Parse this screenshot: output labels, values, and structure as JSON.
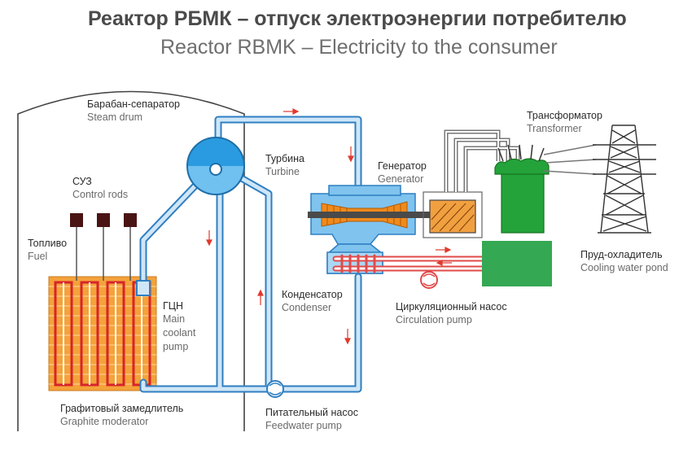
{
  "title": {
    "ru": "Реактор РБМК – отпуск электроэнергии потребителю",
    "en": "Reactor RBMK – Electricity to the consumer"
  },
  "labels": {
    "steam_drum": {
      "ru": "Барабан-сепаратор",
      "en": "Steam drum"
    },
    "turbine": {
      "ru": "Турбина",
      "en": "Turbine"
    },
    "generator": {
      "ru": "Генератор",
      "en": "Generator"
    },
    "transformer": {
      "ru": "Трансформатор",
      "en": "Transformer"
    },
    "control_rods": {
      "ru": "СУЗ",
      "en": "Control rods"
    },
    "fuel": {
      "ru": "Топливо",
      "en": "Fuel"
    },
    "main_pump": {
      "ru": "ГЦН",
      "en1": "Main",
      "en2": "coolant",
      "en3": "pump"
    },
    "condenser": {
      "ru": "Конденсатор",
      "en": "Condenser"
    },
    "pond": {
      "ru": "Пруд-охладитель",
      "en": "Cooling water pond"
    },
    "circ_pump": {
      "ru": "Циркуляционный насос",
      "en": "Circulation pump"
    },
    "moderator": {
      "ru": "Графитовый замедлитель",
      "en": "Graphite moderator"
    },
    "feed_pump": {
      "ru": "Питательный насос",
      "en": "Feedwater pump"
    }
  },
  "colors": {
    "pipe_fill": "#cfe6f7",
    "pipe_stroke": "#2f7fc1",
    "drum": "#2a9be0",
    "fuel_block": "#f4a23a",
    "fuel_rod": "#d7242a",
    "control_rod": "#4a1414",
    "turbine_body": "#7fc3ee",
    "turbine_blades": "#f08a1c",
    "generator_fill": "#f1a040",
    "transformer": "#23a33a",
    "pond": "#34a853",
    "flow_arrow": "#e03a2e",
    "cooling_pipe": "#e24a4a"
  }
}
